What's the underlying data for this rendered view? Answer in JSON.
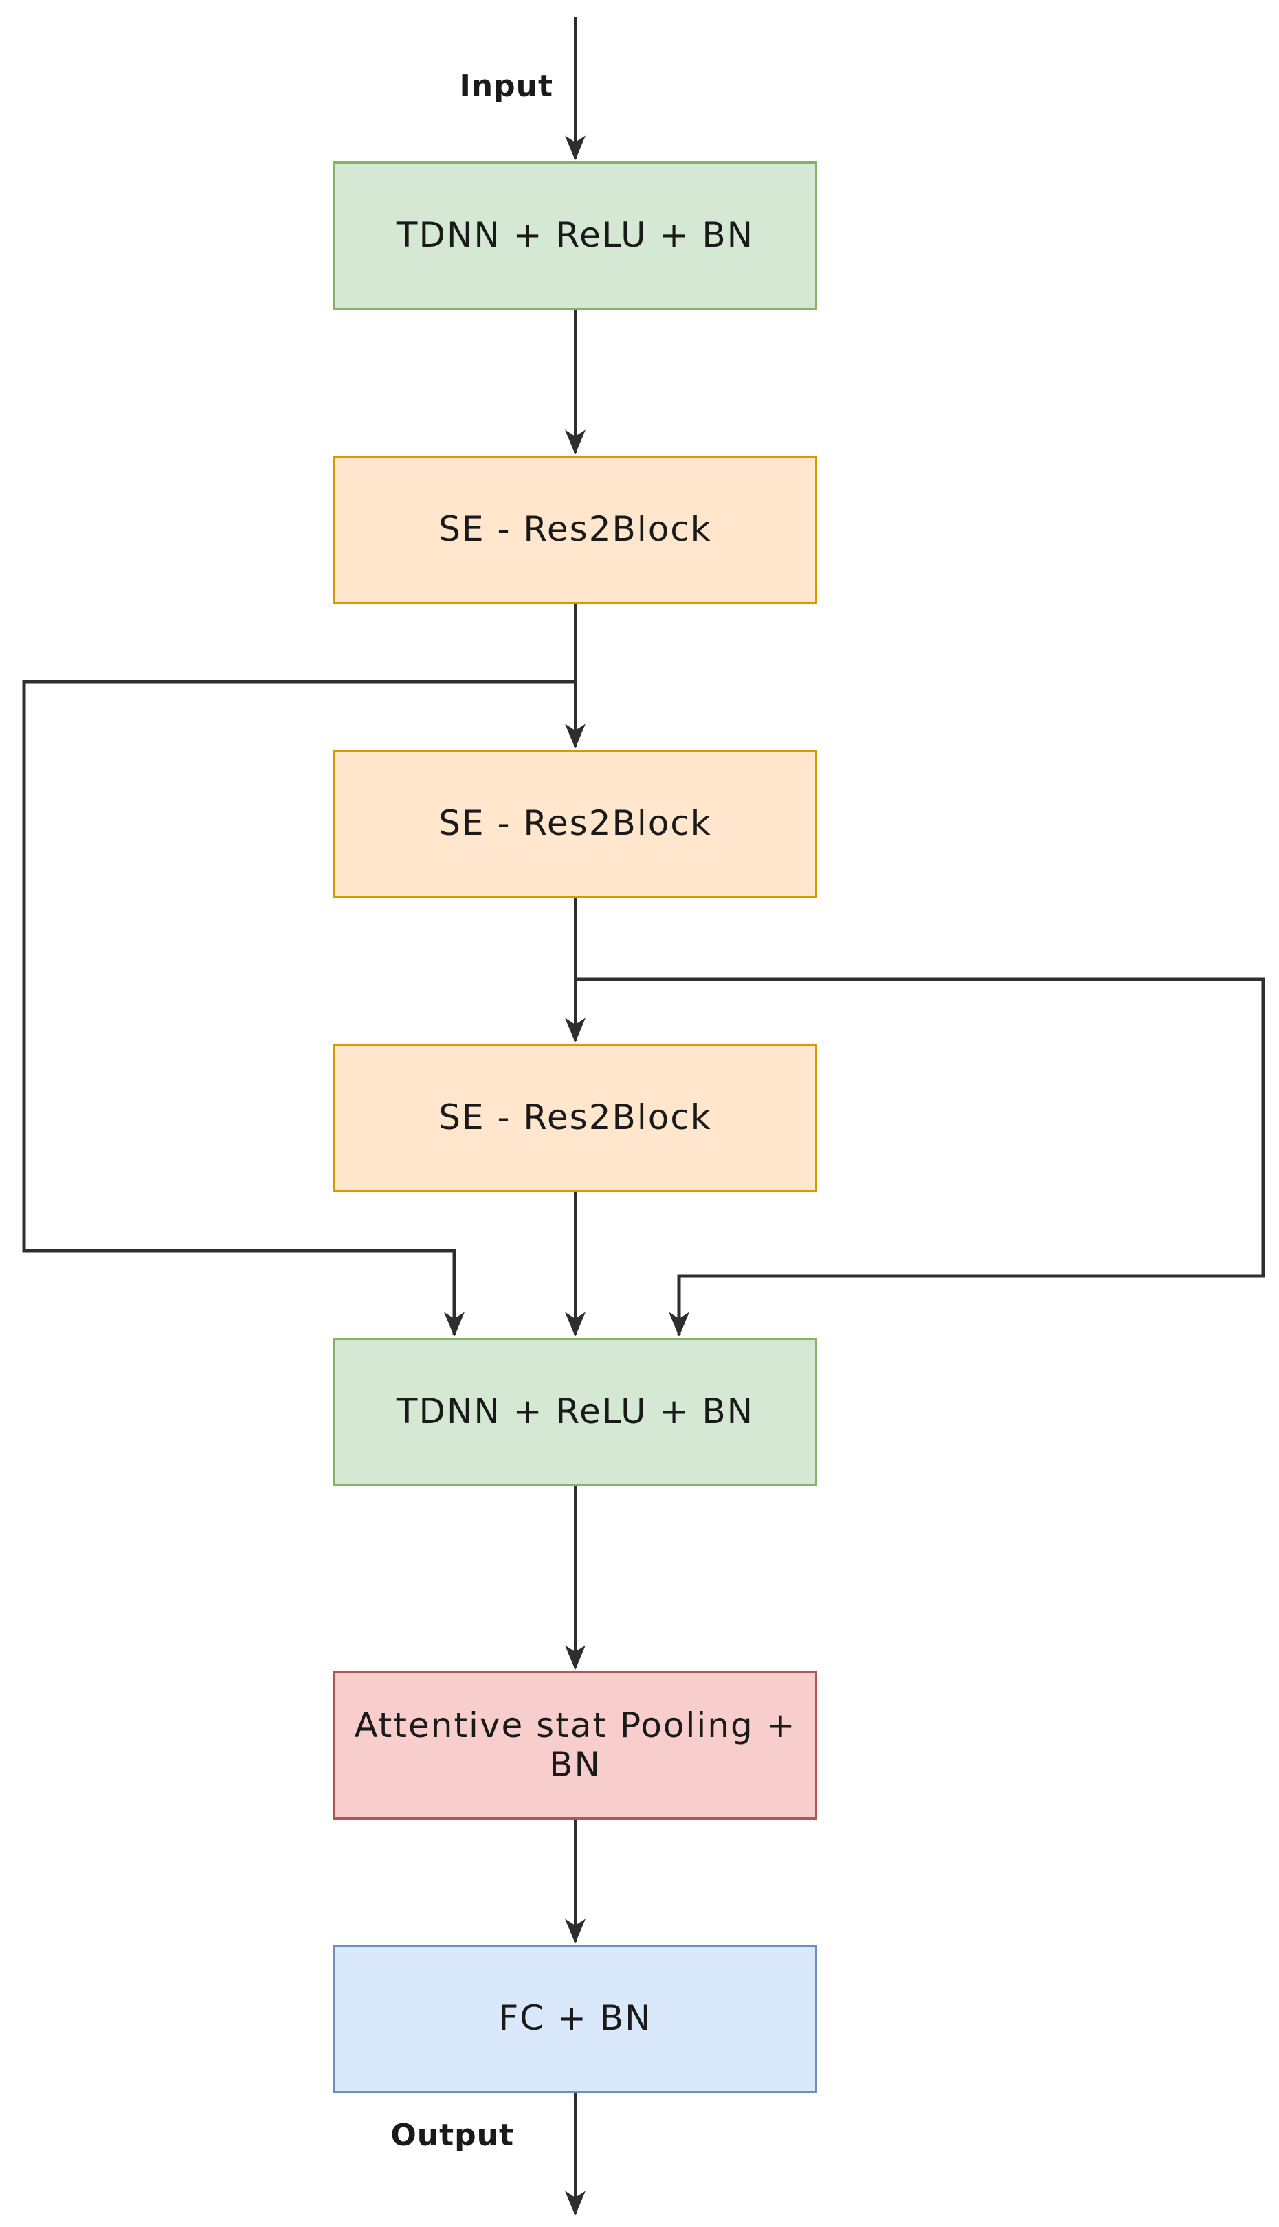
{
  "diagram": {
    "background": "#ffffff",
    "edge_color": "#2e2e2e",
    "text_color": "#1a1a1a",
    "labels": {
      "input": "Input",
      "output": "Output"
    },
    "nodes": [
      {
        "id": "tdnn_1",
        "label": "TDNN + ReLU + BN",
        "fill": "#d5e8d4",
        "border": "#82b366"
      },
      {
        "id": "se_res2block_1",
        "label": "SE - Res2Block",
        "fill": "#ffe6cc",
        "border": "#d79b00"
      },
      {
        "id": "se_res2block_2",
        "label": "SE - Res2Block",
        "fill": "#ffe6cc",
        "border": "#d79b00"
      },
      {
        "id": "se_res2block_3",
        "label": "SE - Res2Block",
        "fill": "#ffe6cc",
        "border": "#d79b00"
      },
      {
        "id": "tdnn_2",
        "label": "TDNN + ReLU + BN",
        "fill": "#d5e8d4",
        "border": "#82b366"
      },
      {
        "id": "attentive_stat_pooling",
        "label": "Attentive stat Pooling + BN",
        "fill": "#f8cecc",
        "border": "#b85450"
      },
      {
        "id": "fc",
        "label": "FC + BN",
        "fill": "#dae8fc",
        "border": "#6c8ebf"
      }
    ],
    "edges": [
      {
        "from": "input",
        "to": "tdnn_1",
        "type": "straight-arrow"
      },
      {
        "from": "tdnn_1",
        "to": "se_res2block_1",
        "type": "straight-arrow"
      },
      {
        "from": "se_res2block_1",
        "to": "se_res2block_2",
        "type": "straight-arrow"
      },
      {
        "from": "se_res2block_2",
        "to": "se_res2block_3",
        "type": "straight-arrow"
      },
      {
        "from": "se_res2block_3",
        "to": "tdnn_2",
        "type": "straight-arrow"
      },
      {
        "from": "se_res2block_1",
        "to": "tdnn_2",
        "type": "skip-connection-left"
      },
      {
        "from": "se_res2block_2",
        "to": "tdnn_2",
        "type": "skip-connection-right"
      },
      {
        "from": "tdnn_2",
        "to": "attentive_stat_pooling",
        "type": "straight-arrow"
      },
      {
        "from": "attentive_stat_pooling",
        "to": "fc",
        "type": "straight-arrow"
      },
      {
        "from": "fc",
        "to": "output",
        "type": "straight-arrow"
      }
    ]
  }
}
